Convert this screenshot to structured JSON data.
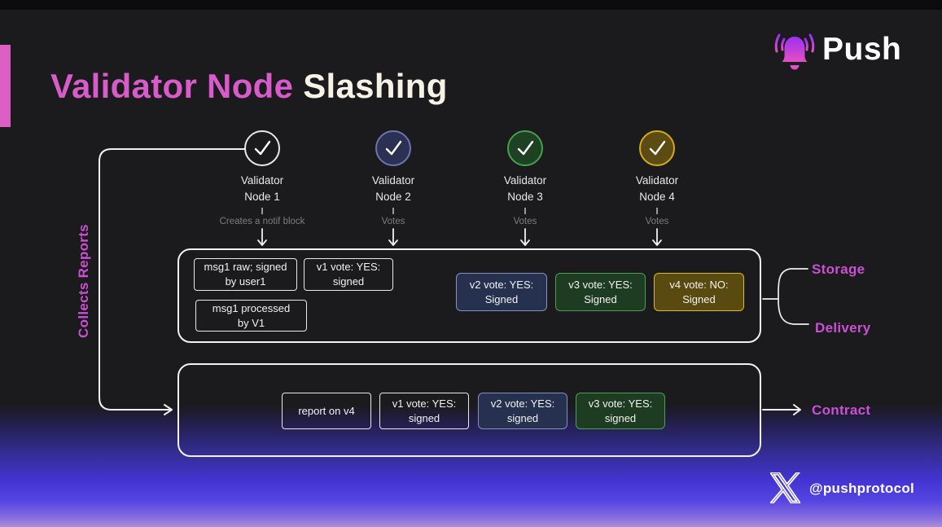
{
  "title": {
    "highlight": "Validator Node",
    "rest": " Slashing"
  },
  "brand": {
    "name": "Push",
    "handle": "@pushprotocol"
  },
  "side_label": "Collects Reports",
  "nodes": [
    {
      "name": "Validator",
      "number": "Node 1",
      "action": "Creates a notif block",
      "status": "plain"
    },
    {
      "name": "Validator",
      "number": "Node 2",
      "action": "Votes",
      "status": "blue"
    },
    {
      "name": "Validator",
      "number": "Node 3",
      "action": "Votes",
      "status": "green"
    },
    {
      "name": "Validator",
      "number": "Node 4",
      "action": "Votes",
      "status": "yellow"
    }
  ],
  "storage_box": {
    "plain_items": [
      {
        "line1": "msg1 raw; signed",
        "line2": "by user1"
      },
      {
        "line1": "v1 vote: YES:",
        "line2": "signed"
      },
      {
        "line1": "msg1 processed",
        "line2": "by V1"
      }
    ],
    "vote_items": [
      {
        "line1": "v2 vote: YES:",
        "line2": "Signed",
        "variant": "blue"
      },
      {
        "line1": "v3 vote: YES:",
        "line2": "Signed",
        "variant": "green"
      },
      {
        "line1": "v4 vote: NO:",
        "line2": "Signed",
        "variant": "yellow"
      }
    ]
  },
  "report_box": {
    "items": [
      {
        "line1": "report on v4",
        "line2": "",
        "variant": "plain"
      },
      {
        "line1": "v1 vote: YES:",
        "line2": "signed",
        "variant": "plain"
      },
      {
        "line1": "v2 vote: YES:",
        "line2": "signed",
        "variant": "blue"
      },
      {
        "line1": "v3 vote: YES:",
        "line2": "signed",
        "variant": "green"
      }
    ]
  },
  "outputs": {
    "storage": "Storage",
    "delivery": "Delivery",
    "contract": "Contract"
  },
  "icons": {
    "brand": "bell-icon",
    "node_status": "check-icon",
    "social": "x-twitter-icon"
  },
  "colors": {
    "background": "#1b1a1d",
    "accent_pink": "#dc60c4",
    "title_pink": "#d75bc8",
    "title_cream": "#f7f2e6",
    "label_magenta": "#cb50d4",
    "vote_blue_bg": "#263150",
    "vote_blue_border": "#8391c4",
    "vote_green_bg": "#1e3c22",
    "vote_green_border": "#4f9e55",
    "vote_yellow_bg": "#594a10",
    "vote_yellow_border": "#e2b91f",
    "gradient_indigo": "#4334d2",
    "gradient_lavender": "#ab8ed9"
  }
}
